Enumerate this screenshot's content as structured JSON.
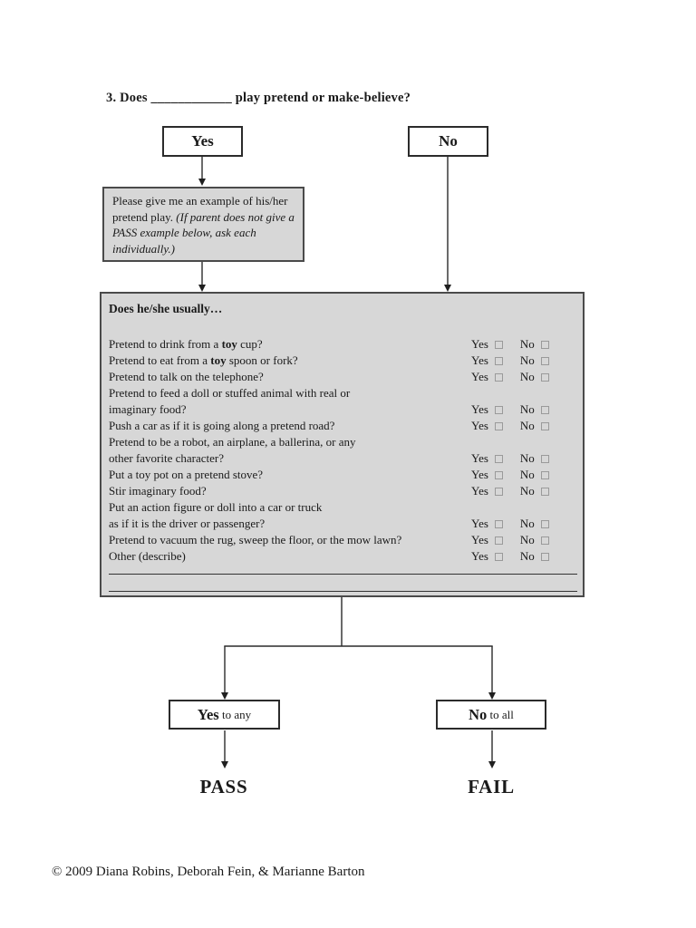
{
  "title": "3. Does ____________ play pretend or make-believe?",
  "flow": {
    "yes_box": "Yes",
    "no_box": "No",
    "instruction": {
      "normal": "Please give me an example of his/her pretend play. ",
      "italic": "(If parent does not give a PASS example below, ask each individually.)"
    },
    "checklist": {
      "heading": "Does he/she usually…",
      "yes_label": "Yes",
      "no_label": "No",
      "items": [
        {
          "lines": [
            [
              {
                "t": "Pretend to drink from a "
              },
              {
                "t": "toy",
                "b": true
              },
              {
                "t": " cup?"
              }
            ]
          ]
        },
        {
          "lines": [
            [
              {
                "t": "Pretend to eat from a "
              },
              {
                "t": "toy",
                "b": true
              },
              {
                "t": " spoon or fork?"
              }
            ]
          ]
        },
        {
          "lines": [
            [
              {
                "t": "Pretend to talk on the telephone?"
              }
            ]
          ]
        },
        {
          "lines": [
            [
              {
                "t": "Pretend to feed a doll or stuffed animal with real or"
              }
            ],
            [
              {
                "t": "imaginary food?"
              }
            ]
          ]
        },
        {
          "lines": [
            [
              {
                "t": "Push a car as if it is going along a pretend road?"
              }
            ]
          ]
        },
        {
          "lines": [
            [
              {
                "t": "Pretend to be a robot, an airplane, a ballerina, or any"
              }
            ],
            [
              {
                "t": "other favorite character?"
              }
            ]
          ]
        },
        {
          "lines": [
            [
              {
                "t": "Put a toy pot on a pretend stove?"
              }
            ]
          ]
        },
        {
          "lines": [
            [
              {
                "t": "Stir imaginary food?"
              }
            ]
          ]
        },
        {
          "lines": [
            [
              {
                "t": "Put an action figure or doll into a car or truck"
              }
            ],
            [
              {
                "t": "as if it is the driver or passenger?"
              }
            ]
          ]
        },
        {
          "lines": [
            [
              {
                "t": "Pretend to vacuum the rug, sweep the floor, or the mow lawn?"
              }
            ]
          ]
        },
        {
          "lines": [
            [
              {
                "t": "Other (describe)"
              }
            ]
          ]
        }
      ]
    },
    "outcome_yes": {
      "bold": "Yes",
      "rest": " to any"
    },
    "outcome_no": {
      "bold": "No",
      "rest": " to all"
    },
    "pass": "PASS",
    "fail": "FAIL"
  },
  "footer": "© 2009 Diana Robins, Deborah Fein, & Marianne Barton",
  "colors": {
    "box_fill": "#d7d7d7",
    "box_border": "#4a4a4a",
    "line": "#2b2b2b"
  }
}
